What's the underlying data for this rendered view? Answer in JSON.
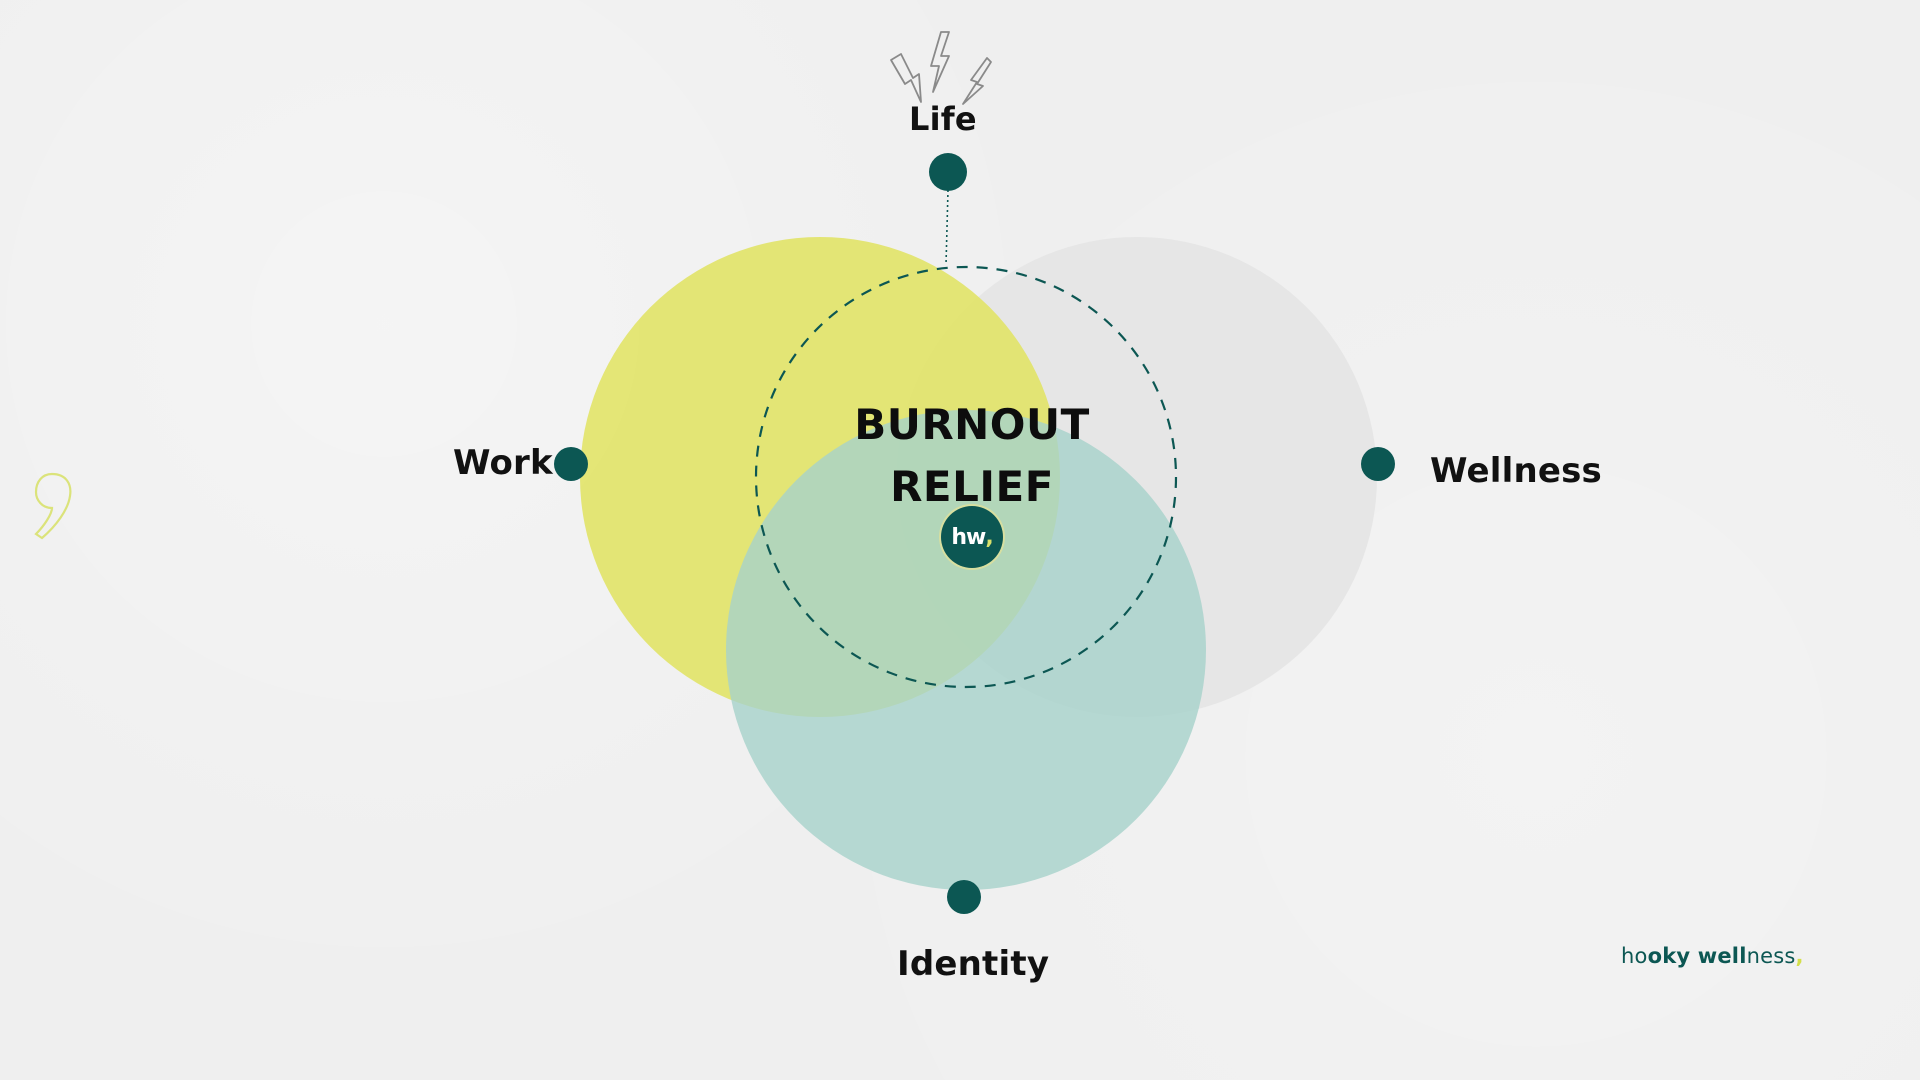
{
  "diagram": {
    "center_title_line1": "BURNOUT",
    "center_title_line2": "RELIEF",
    "center_logo_text": "hw",
    "center_logo_comma": ",",
    "labels": {
      "life": "Life",
      "work": "Work",
      "wellness": "Wellness",
      "identity": "Identity"
    }
  },
  "brand": {
    "part1": "ho",
    "part2": "oky",
    "part3": " well",
    "part4": "ness",
    "accent": ","
  },
  "colors": {
    "work_circle": "#e0e35f",
    "wellness_circle": "#e6e6e6",
    "identity_circle": "#a9d3cb",
    "marker": "#0c5753",
    "dashed_ring": "#0c5753",
    "brand": "#0c5753",
    "brand_accent": "#d4df4a"
  },
  "icons": {
    "decor_top": "lightning-icon",
    "decor_left": "comma-quote-icon",
    "center": "hw-logo-icon"
  }
}
